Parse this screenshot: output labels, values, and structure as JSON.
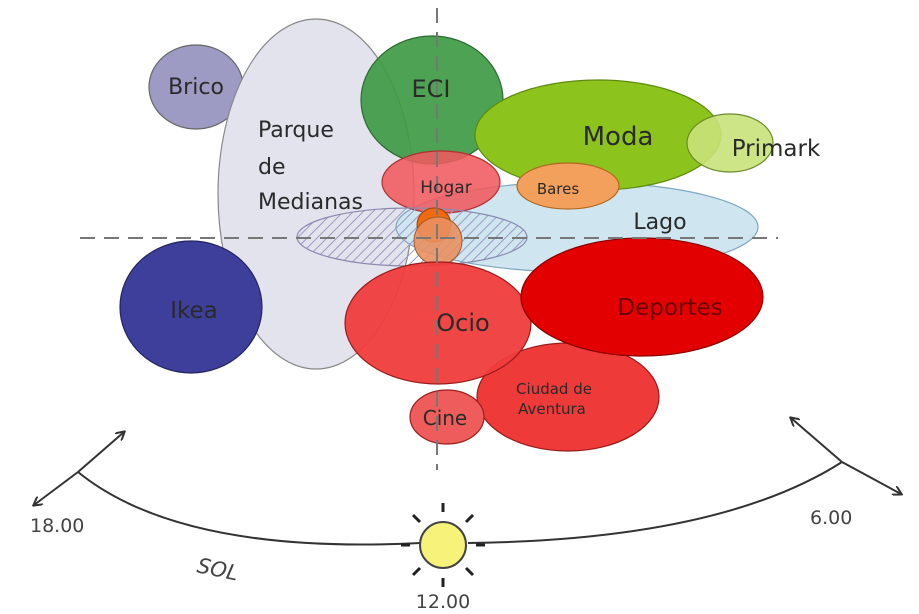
{
  "zones": {
    "brico": "Brico",
    "parque_line1": "Parque",
    "parque_line2": "de",
    "parque_line3": "Medianas",
    "eci": "ECI",
    "moda": "Moda",
    "primark": "Primark",
    "hogar": "Hogar",
    "bares": "Bares",
    "lago": "Lago",
    "ikea": "Ikea",
    "ocio": "Ocio",
    "deportes": "Deportes",
    "ciudad_line1": "Ciudad de",
    "ciudad_line2": "Aventura",
    "cine": "Cine"
  },
  "sun_path": {
    "label": "SOL",
    "time_evening": "18.00",
    "time_noon": "12.00",
    "time_morning": "6.00"
  },
  "colors": {
    "brico": "#9d9bc4",
    "parque": "#e3e3ee",
    "eci": "#3f9a45",
    "moda": "#8cc41d",
    "primark": "#c8e27a",
    "hogar": "#f05a5f",
    "bares": "#f3a05c",
    "lago": "#cfe6f1",
    "ikea": "#3e3f9a",
    "ocio": "#f03c3c",
    "deportes": "#e30000",
    "ciudad": "#ef3a3a",
    "cine": "#ee5c5c",
    "sun": "#f7f27a"
  }
}
